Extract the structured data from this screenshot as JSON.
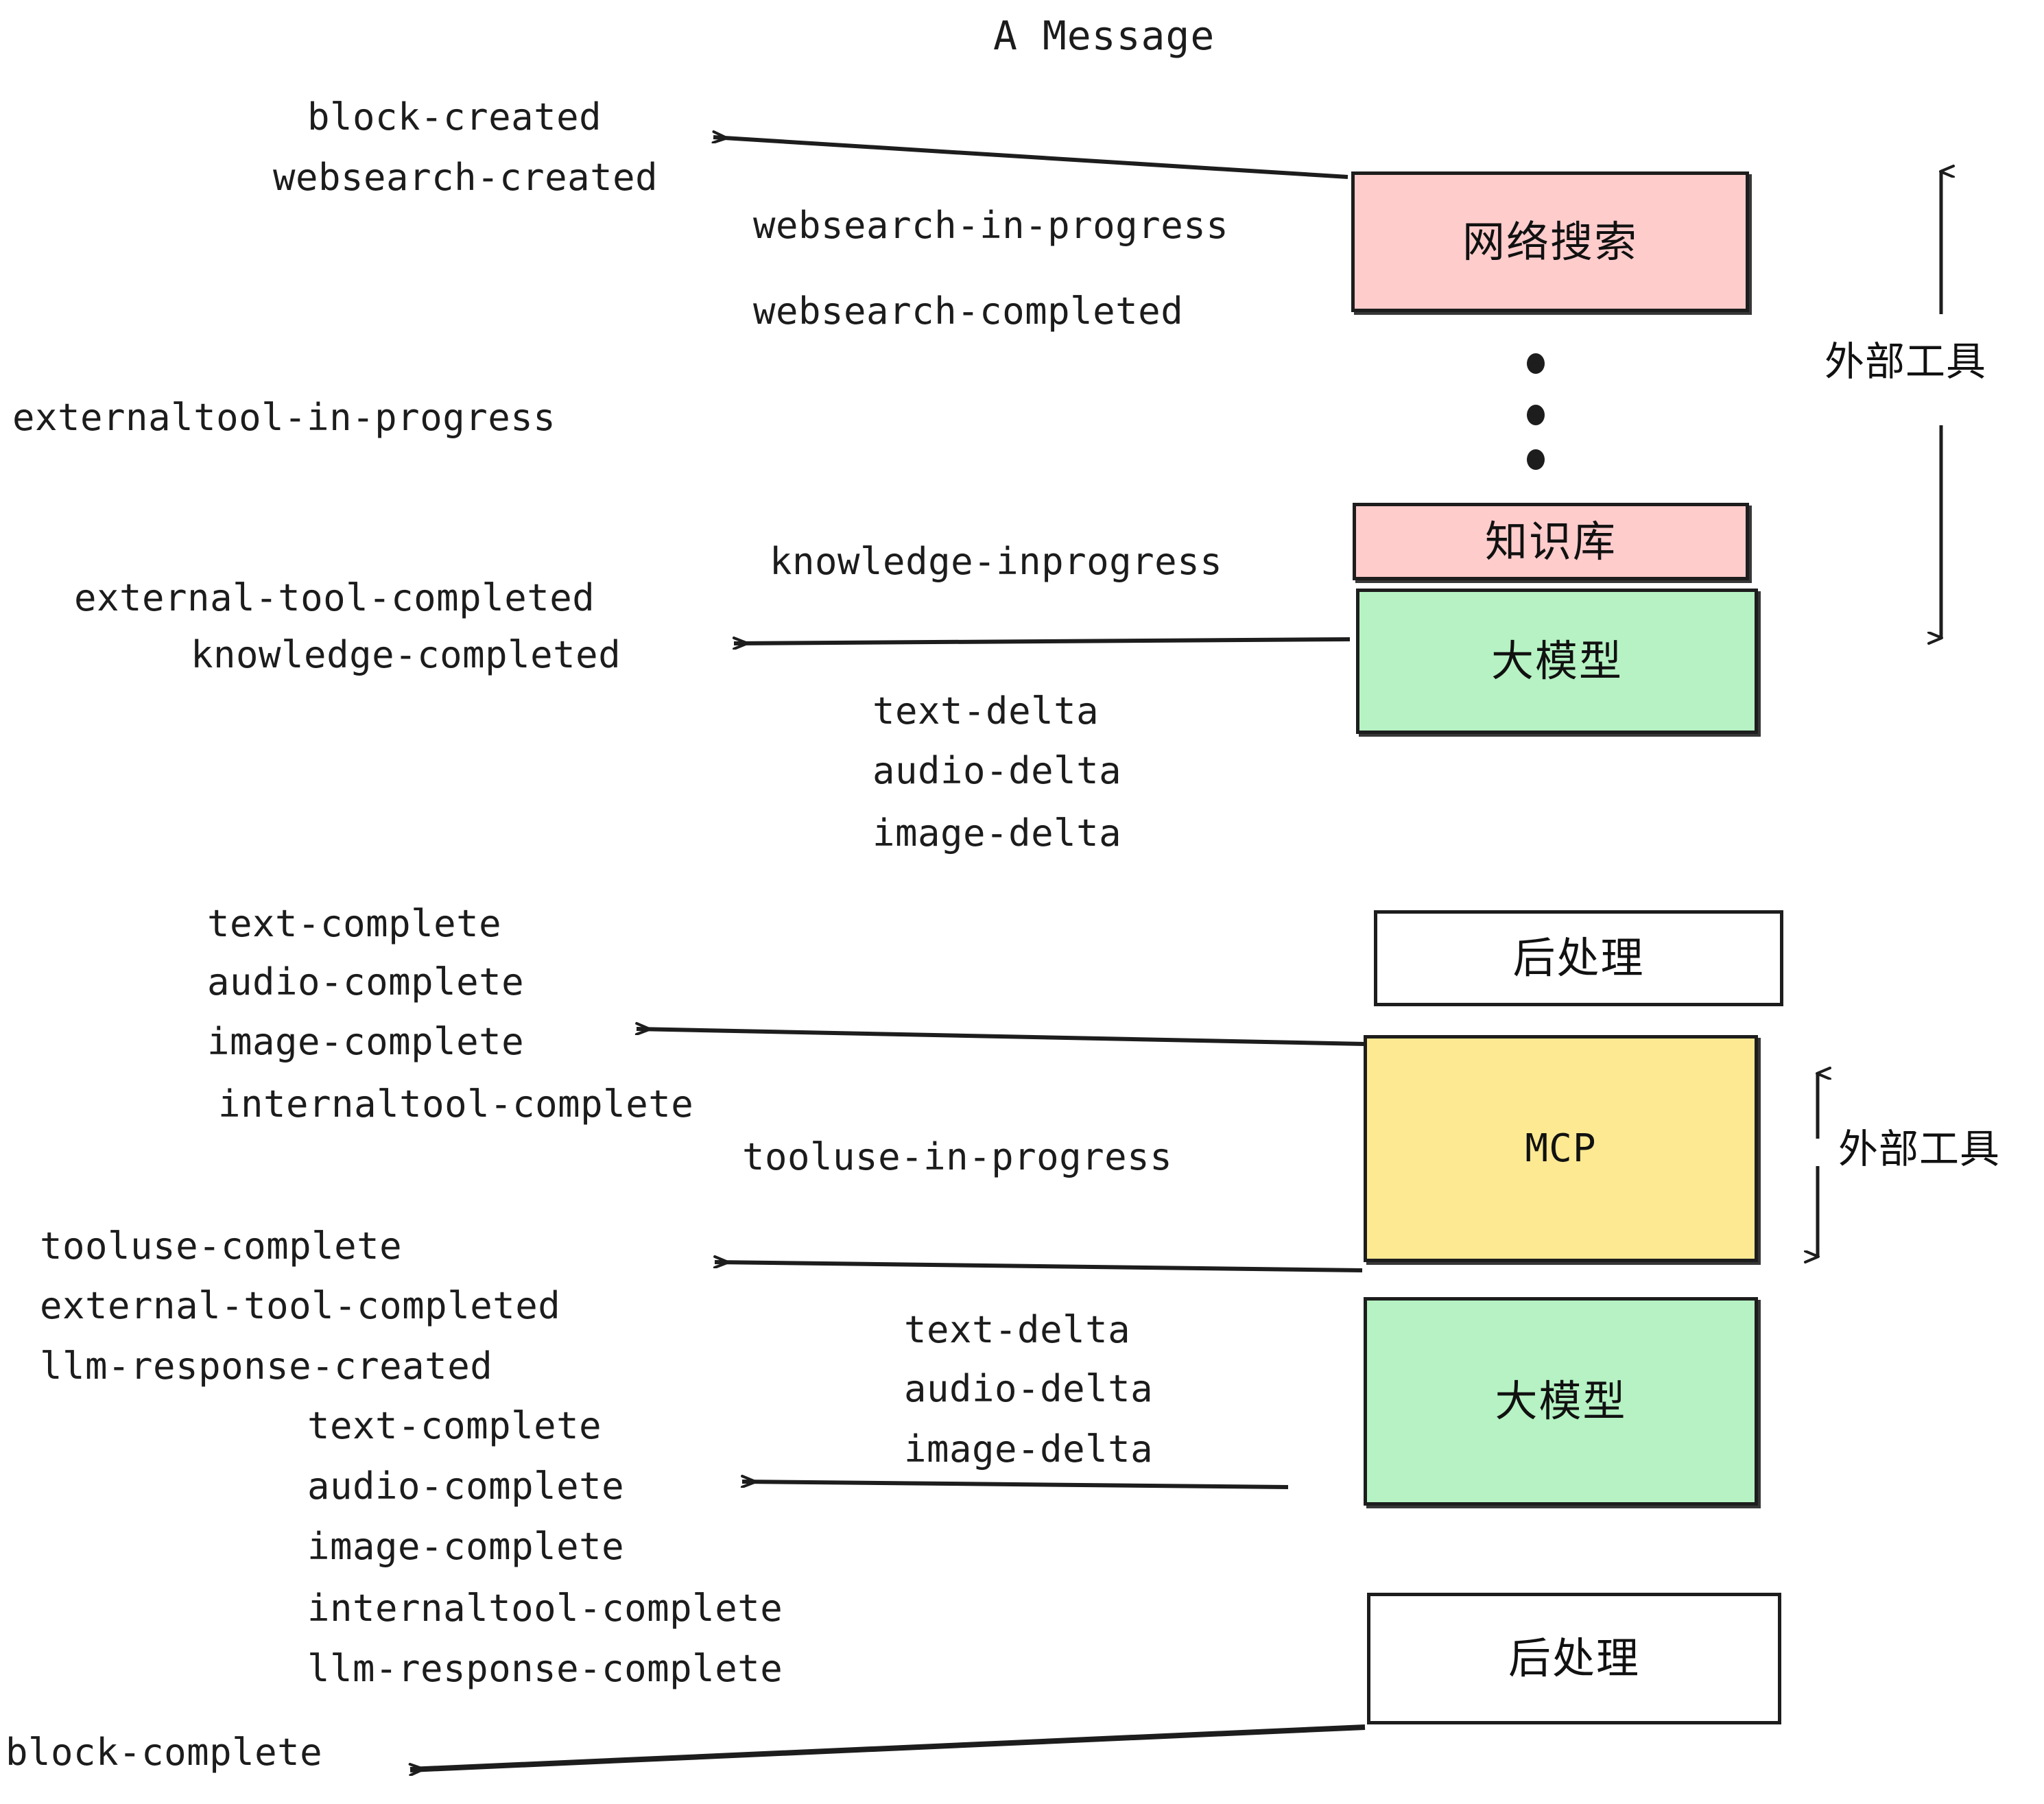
{
  "diagram": {
    "title": "A Message",
    "colors": {
      "pink": "#ffcccc",
      "green": "#b6f2c3",
      "yellow": "#fce992",
      "white": "#ffffff",
      "stroke": "#1d1d1d",
      "text": "#1c1c1c"
    },
    "boxes": [
      {
        "id": "websearch",
        "label": "网络搜索",
        "fill": "pink"
      },
      {
        "id": "knowledge",
        "label": "知识库",
        "fill": "pink"
      },
      {
        "id": "llm-1",
        "label": "大模型",
        "fill": "green"
      },
      {
        "id": "postprocess-1",
        "label": "后处理",
        "fill": "white"
      },
      {
        "id": "mcp",
        "label": "MCP",
        "fill": "yellow"
      },
      {
        "id": "llm-2",
        "label": "大模型",
        "fill": "green"
      },
      {
        "id": "postprocess-2",
        "label": "后处理",
        "fill": "white"
      }
    ],
    "side_labels": [
      {
        "id": "external-tools-top",
        "label": "外部工具"
      },
      {
        "id": "external-tools-bottom",
        "label": "外部工具"
      }
    ],
    "events": {
      "block_created": "block-created",
      "websearch_created": "websearch-created",
      "websearch_in_progress": "websearch-in-progress",
      "websearch_completed": "websearch-completed",
      "externaltool_in_progress": "externaltool-in-progress",
      "knowledge_inprogress": "knowledge-inprogress",
      "external_tool_completed_1": "external-tool-completed",
      "knowledge_completed": "knowledge-completed",
      "text_delta_1": "text-delta",
      "audio_delta_1": "audio-delta",
      "image_delta_1": "image-delta",
      "text_complete_1": "text-complete",
      "audio_complete_1": "audio-complete",
      "image_complete_1": "image-complete",
      "internaltool_complete_1": "internaltool-complete",
      "tooluse_in_progress": "tooluse-in-progress",
      "tooluse_complete": "tooluse-complete",
      "external_tool_completed_2": "external-tool-completed",
      "llm_response_created": "llm-response-created",
      "text_delta_2": "text-delta",
      "audio_delta_2": "audio-delta",
      "image_delta_2": "image-delta",
      "text_complete_2": "text-complete",
      "audio_complete_2": "audio-complete",
      "image_complete_2": "image-complete",
      "internaltool_complete_2": "internaltool-complete",
      "llm_response_complete": "llm-response-complete",
      "block_complete": "block-complete"
    },
    "ellipsis_dots": 3
  }
}
